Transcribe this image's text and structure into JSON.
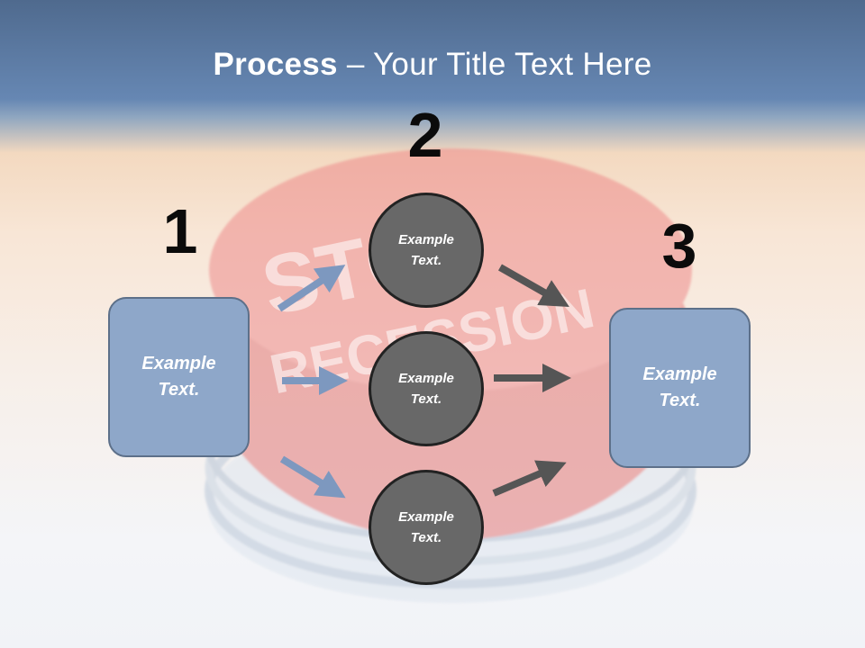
{
  "slide": {
    "title_bold": "Process",
    "title_rest": " – Your Title Text Here"
  },
  "background": {
    "button_text_line1": "STOP",
    "button_text_line2": "RECESSION",
    "button_color": "#f08c8c"
  },
  "steps": {
    "one": "1",
    "two": "2",
    "three": "3"
  },
  "left_box": {
    "line1": "Example",
    "line2": "Text."
  },
  "circles": [
    {
      "line1": "Example",
      "line2": "Text."
    },
    {
      "line1": "Example",
      "line2": "Text."
    },
    {
      "line1": "Example",
      "line2": "Text."
    }
  ],
  "right_box": {
    "line1": "Example",
    "line2": "Text."
  },
  "colors": {
    "box_fill": "#8ea7c9",
    "circle_fill": "#686868",
    "arrow_blue": "#7d98bf",
    "arrow_gray": "#555555"
  }
}
